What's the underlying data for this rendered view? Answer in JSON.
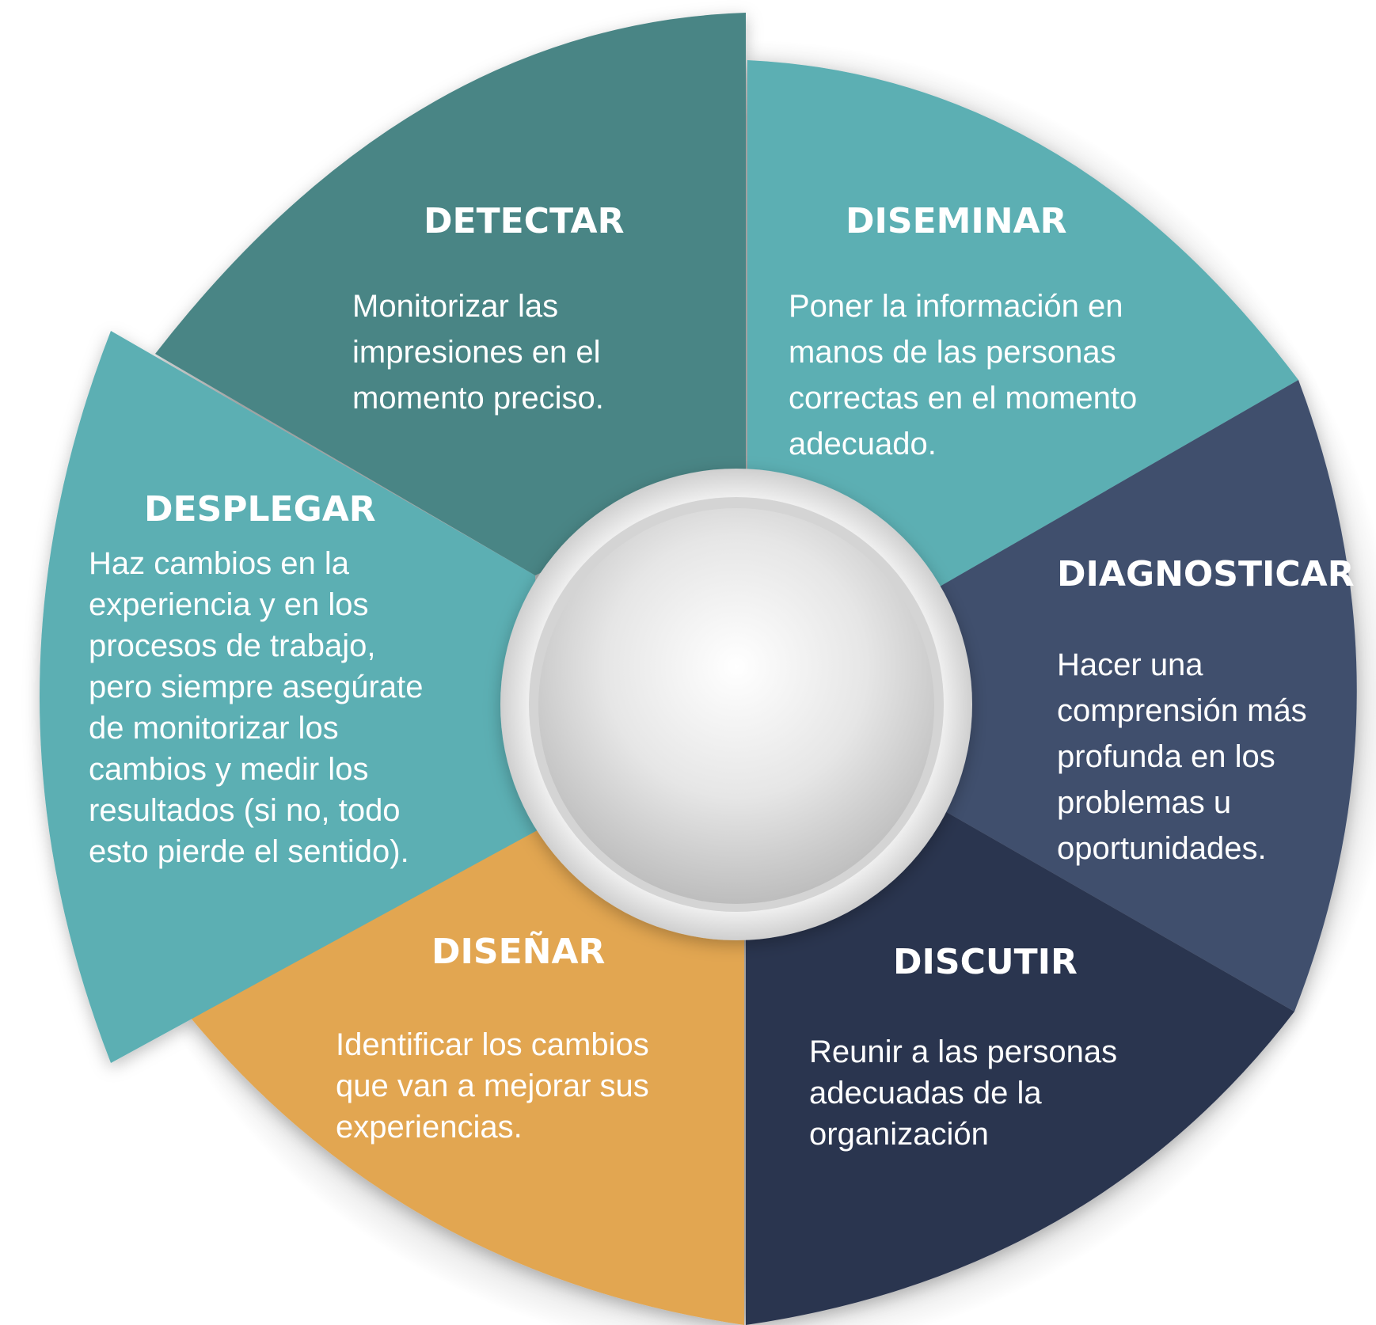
{
  "segments": [
    {
      "id": "detectar",
      "title": "DETECTAR",
      "lines": [
        "Monitorizar las",
        "impresiones en el",
        "momento preciso."
      ],
      "color": "#4A8585"
    },
    {
      "id": "diseminar",
      "title": "DISEMINAR",
      "lines": [
        "Poner la información en",
        "manos de las personas",
        "correctas en el momento",
        "adecuado."
      ],
      "color": "#5BAFB3"
    },
    {
      "id": "diagnosticar",
      "title": "DIAGNOSTICAR",
      "lines": [
        "Hacer una",
        "comprensión más",
        "profunda en los",
        "problemas u",
        "oportunidades."
      ],
      "color": "#3F4F6D"
    },
    {
      "id": "discutir",
      "title": "DISCUTIR",
      "lines": [
        "Reunir a las personas",
        "adecuadas de la",
        "organización"
      ],
      "color": "#2B3550"
    },
    {
      "id": "disenar",
      "title": "DISEÑAR",
      "lines": [
        "Identificar los cambios",
        "que van a mejorar sus",
        "experiencias."
      ],
      "color": "#E2A651"
    },
    {
      "id": "desplegar",
      "title": "DESPLEGAR",
      "lines": [
        "Haz cambios en la",
        "experiencia y en los",
        "procesos de trabajo,",
        "pero siempre asegúrate",
        "de monitorizar los",
        "cambios y medir los",
        "resultados (si no, todo",
        "esto pierde el sentido)."
      ],
      "color": "#5BAFB3"
    }
  ],
  "hub": {
    "color_outer": "#F1F1F1",
    "color_inner": "#D9D9D9"
  }
}
